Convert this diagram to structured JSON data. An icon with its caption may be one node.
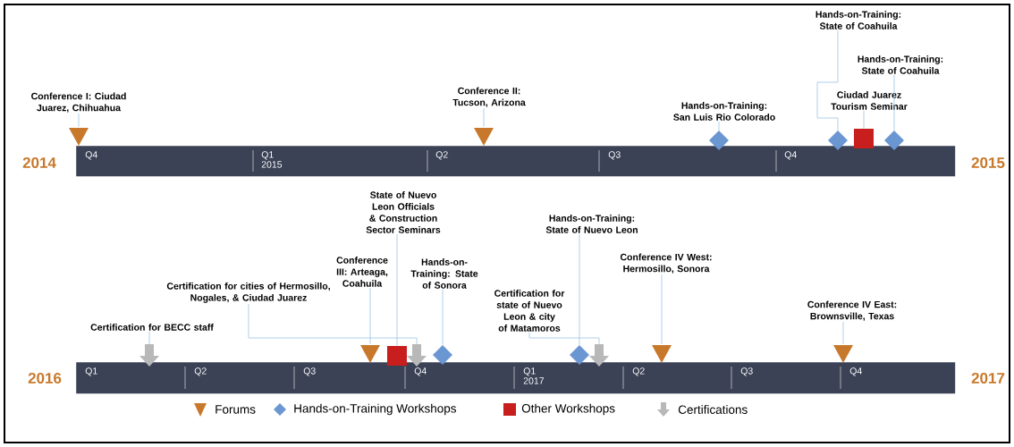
{
  "diagram": {
    "nodes": [
      {
        "text": [
          "Q4",
          "Q1 2015",
          "Q2",
          "Q3",
          "Q4"
        ]
      },
      {
        "text": [
          "Conference I: Ciudad Juarez, Chihuahua"
        ]
      },
      {
        "text": [],
        "shape": "triangle"
      },
      {
        "text": [
          "Conference II: Tucson, Arizona"
        ]
      },
      {
        "text": [],
        "shape": "triangle"
      },
      {
        "text": [
          "Hands-on-Training: San Luis Rio Colorado"
        ]
      },
      {
        "text": [],
        "shape": "diamond"
      },
      {
        "text": [
          "Hands-on-Training: State of Coahuila"
        ]
      },
      {
        "text": [],
        "shape": "diamond"
      },
      {
        "text": [
          "Ciudad Juarez Tourism Seminar"
        ]
      },
      {
        "text": [],
        "shape": "box"
      },
      {
        "text": [
          "Hands-on-Training: State of Coahuila"
        ]
      },
      {
        "text": [],
        "shape": "diamond"
      },
      {
        "text": [
          "Q1",
          "Q2",
          "Q3",
          "Q4",
          "Q1 2017",
          "Q2",
          "Q3",
          "Q4"
        ]
      },
      {
        "text": [
          "Certification for BECC staff"
        ]
      },
      {
        "text": [],
        "shape": "arrow"
      },
      {
        "text": [
          "Conference III: Arteaga, Coahuila"
        ]
      },
      {
        "text": [],
        "shape": "triangle"
      },
      {
        "text": [
          "State of Nuevo Leon Officials & Construction Sector Seminars"
        ]
      },
      {
        "text": [],
        "shape": "box"
      },
      {
        "text": [
          "Certification for cities of Hermosillo, Nogales, & Ciudad Juarez"
        ]
      },
      {
        "text": [],
        "shape": "arrow"
      },
      {
        "text": [
          "Hands-on-Training: State of Sonora"
        ]
      },
      {
        "text": [],
        "shape": "diamond"
      },
      {
        "text": [
          "Hands-on-Training: State of Nuevo Leon"
        ]
      },
      {
        "text": [],
        "shape": "diamond"
      },
      {
        "text": [
          "Certification for state of Nuevo Leon & city of Matamoros"
        ]
      },
      {
        "text": [],
        "shape": "arrow"
      },
      {
        "text": [
          "Conference IV West: Hermosillo, Sonora"
        ]
      },
      {
        "text": [],
        "shape": "triangle"
      },
      {
        "text": [
          "Conference IV East: Brownsville, Texas"
        ]
      },
      {
        "text": [],
        "shape": "triangle"
      }
    ],
    "edges": [
      {
        "from": 1,
        "to": 2,
        "arrow": "none"
      },
      {
        "from": 3,
        "to": 4,
        "arrow": "none"
      },
      {
        "from": 5,
        "to": 6,
        "arrow": "none"
      },
      {
        "from": 7,
        "to": 8,
        "arrow": "none"
      },
      {
        "from": 9,
        "to": 10,
        "arrow": "none"
      },
      {
        "from": 11,
        "to": 12,
        "arrow": "none"
      },
      {
        "from": 14,
        "to": 15,
        "arrow": "none"
      },
      {
        "from": 16,
        "to": 17,
        "arrow": "none"
      },
      {
        "from": 18,
        "to": 19,
        "arrow": "none"
      },
      {
        "from": 20,
        "to": 21,
        "arrow": "none"
      },
      {
        "from": 22,
        "to": 23,
        "arrow": "none"
      },
      {
        "from": 24,
        "to": 25,
        "arrow": "none"
      },
      {
        "from": 26,
        "to": 27,
        "arrow": "none"
      },
      {
        "from": 28,
        "to": 29,
        "arrow": "none"
      },
      {
        "from": 30,
        "to": 31,
        "arrow": "none"
      }
    ],
    "labels": [
      "2014",
      "2015",
      "2016",
      "2017"
    ],
    "legend": [
      {
        "text": "Forums",
        "color": "#c8782a"
      },
      {
        "text": "Hands-on-Training Workshops",
        "color": "#6a96d2"
      },
      {
        "text": "Other Workshops",
        "color": "#c81e1e"
      },
      {
        "text": "Certifications",
        "color": "#b8b8b8"
      }
    ]
  }
}
